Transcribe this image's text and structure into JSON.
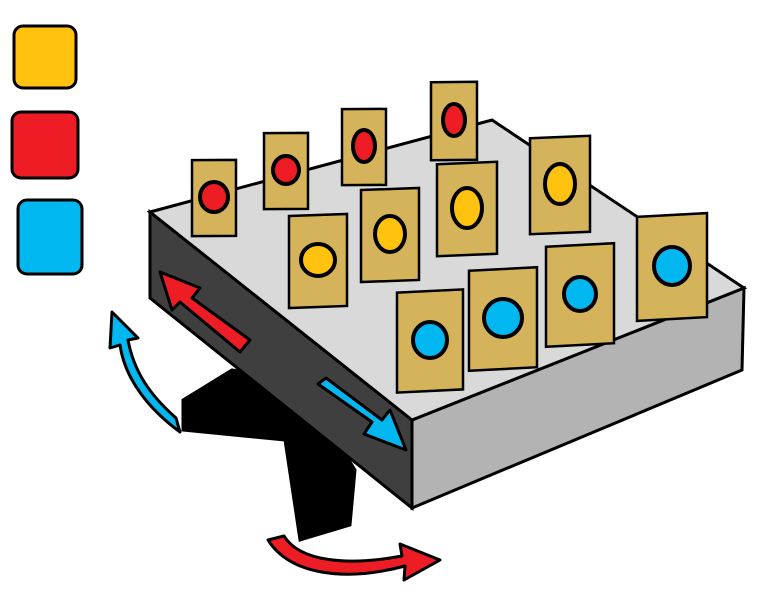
{
  "colors": {
    "yellow": "#FFC20E",
    "red": "#EE1C25",
    "blue": "#00B7EF",
    "card": "#D4B35A",
    "top_face": "#D9D9D9",
    "front_face": "#B3B3B3",
    "side_face": "#3F3F3F",
    "outline": "#000000"
  },
  "legend": [
    {
      "key": "yellow"
    },
    {
      "key": "red"
    },
    {
      "key": "blue"
    }
  ],
  "cards": [
    {
      "row": 0,
      "col": 0,
      "dot": "red"
    },
    {
      "row": 0,
      "col": 1,
      "dot": "red"
    },
    {
      "row": 0,
      "col": 2,
      "dot": "red"
    },
    {
      "row": 0,
      "col": 3,
      "dot": "red"
    },
    {
      "row": 1,
      "col": 0,
      "dot": "yellow"
    },
    {
      "row": 1,
      "col": 1,
      "dot": "yellow"
    },
    {
      "row": 1,
      "col": 2,
      "dot": "yellow"
    },
    {
      "row": 1,
      "col": 3,
      "dot": "yellow"
    },
    {
      "row": 2,
      "col": 0,
      "dot": "blue"
    },
    {
      "row": 2,
      "col": 1,
      "dot": "blue"
    },
    {
      "row": 2,
      "col": 2,
      "dot": "blue"
    },
    {
      "row": 2,
      "col": 3,
      "dot": "blue"
    }
  ],
  "arrows": [
    {
      "id": "side-arrow-red",
      "color": "red"
    },
    {
      "id": "side-arrow-blue",
      "color": "blue"
    },
    {
      "id": "curved-arrow-blue",
      "color": "blue"
    },
    {
      "id": "curved-arrow-red",
      "color": "red"
    }
  ]
}
